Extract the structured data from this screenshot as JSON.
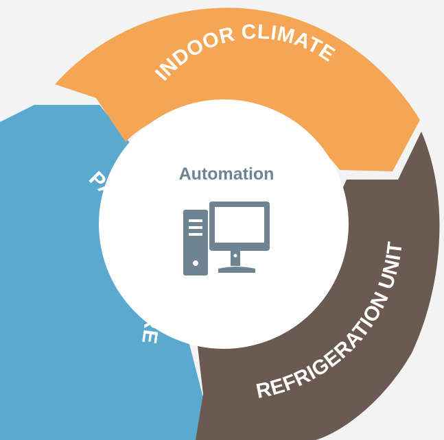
{
  "center": {
    "title": "Automation",
    "icon": "desktop-computer-icon",
    "color": "#6f8493"
  },
  "segments": [
    {
      "label": "INDOOR CLIMATE",
      "color": "#f4a655"
    },
    {
      "label": "REFRIGERATION UNIT",
      "color": "#6a5a51"
    },
    {
      "label": "PAD STRUCTURE",
      "color": "#5ba9cf"
    }
  ]
}
